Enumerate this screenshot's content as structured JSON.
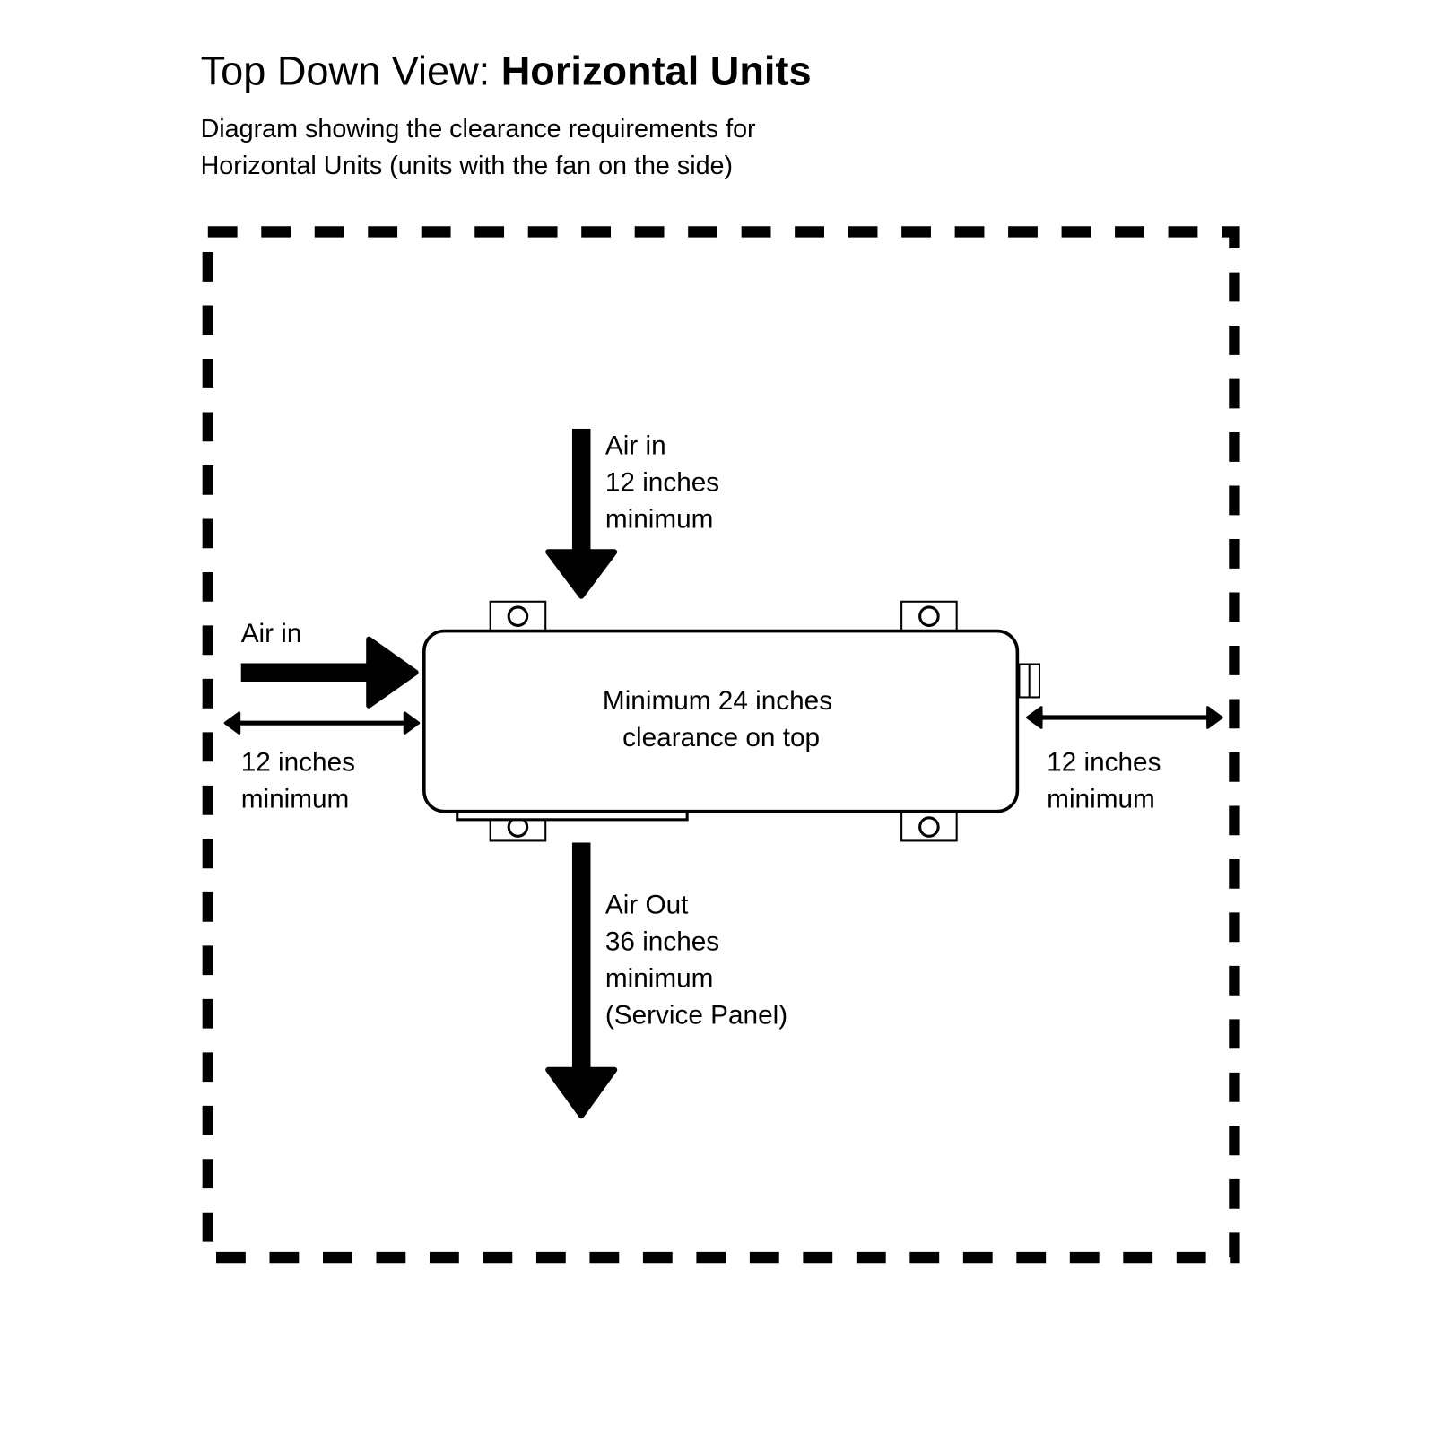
{
  "header": {
    "title_regular": "Top Down View: ",
    "title_bold": "Horizontal Units",
    "subtitle_lines": [
      "Diagram showing the clearance requirements for",
      "Horizontal Units (units with the fan on the side)"
    ]
  },
  "diagram": {
    "unit_label": [
      "Minimum 24 inches",
      "clearance on top"
    ],
    "top_label": [
      "Air in",
      "12 inches",
      "minimum"
    ],
    "left_air_label": "Air in",
    "left_clearance": [
      "12 inches",
      "minimum"
    ],
    "right_clearance": [
      "12 inches",
      "minimum"
    ],
    "bottom_label": [
      "Air Out",
      "36 inches",
      "minimum",
      "(Service Panel)"
    ]
  },
  "colors": {
    "ink": "#000000",
    "background": "#ffffff"
  }
}
